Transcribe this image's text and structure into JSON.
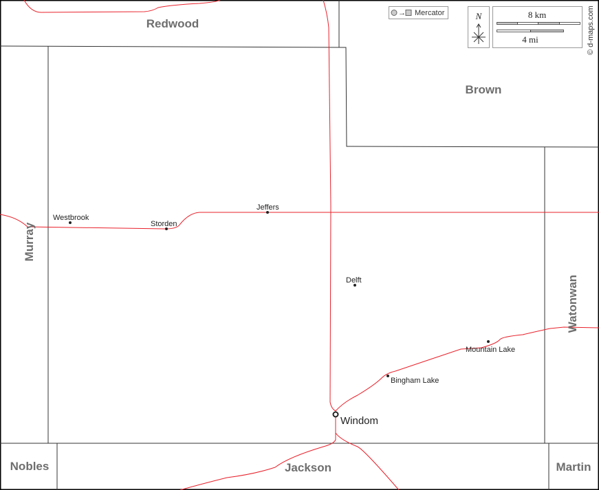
{
  "counties": {
    "redwood": "Redwood",
    "brown": "Brown",
    "murray": "Murray",
    "watonwan": "Watonwan",
    "nobles": "Nobles",
    "jackson": "Jackson",
    "martin": "Martin"
  },
  "towns": {
    "westbrook": "Westbrook",
    "storden": "Storden",
    "jeffers": "Jeffers",
    "delft": "Delft",
    "mountain_lake": "Mountain Lake",
    "bingham_lake": "Bingham Lake",
    "windom": "Windom"
  },
  "legend": {
    "projection": "Mercator",
    "north": "N",
    "scale_km": "8 km",
    "scale_mi": "4 mi",
    "credit": "© d-maps.com"
  },
  "colors": {
    "road": "#e8202a",
    "border": "#333333",
    "county_label": "#6e6e6e"
  }
}
